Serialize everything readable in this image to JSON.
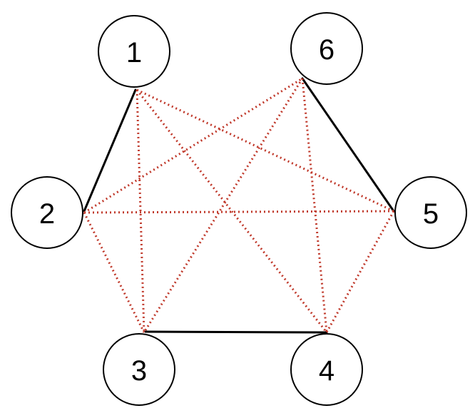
{
  "nodes": [
    {
      "id": "1",
      "label": "1"
    },
    {
      "id": "2",
      "label": "2"
    },
    {
      "id": "3",
      "label": "3"
    },
    {
      "id": "4",
      "label": "4"
    },
    {
      "id": "5",
      "label": "5"
    },
    {
      "id": "6",
      "label": "6"
    }
  ],
  "edges": [
    {
      "from": "1",
      "to": "2",
      "style": "solid"
    },
    {
      "from": "6",
      "to": "5",
      "style": "solid"
    },
    {
      "from": "3",
      "to": "4",
      "style": "solid"
    },
    {
      "from": "1",
      "to": "3",
      "style": "dotted"
    },
    {
      "from": "1",
      "to": "4",
      "style": "dotted"
    },
    {
      "from": "1",
      "to": "5",
      "style": "dotted"
    },
    {
      "from": "2",
      "to": "6",
      "style": "dotted"
    },
    {
      "from": "2",
      "to": "5",
      "style": "dotted"
    },
    {
      "from": "2",
      "to": "3",
      "style": "dotted"
    },
    {
      "from": "6",
      "to": "3",
      "style": "dotted"
    },
    {
      "from": "6",
      "to": "4",
      "style": "dotted"
    },
    {
      "from": "5",
      "to": "4",
      "style": "dotted"
    }
  ],
  "colors": {
    "solid_edge": "#000000",
    "dotted_edge": "#c0392b",
    "node_stroke": "#000000",
    "node_fill": "#ffffff"
  }
}
